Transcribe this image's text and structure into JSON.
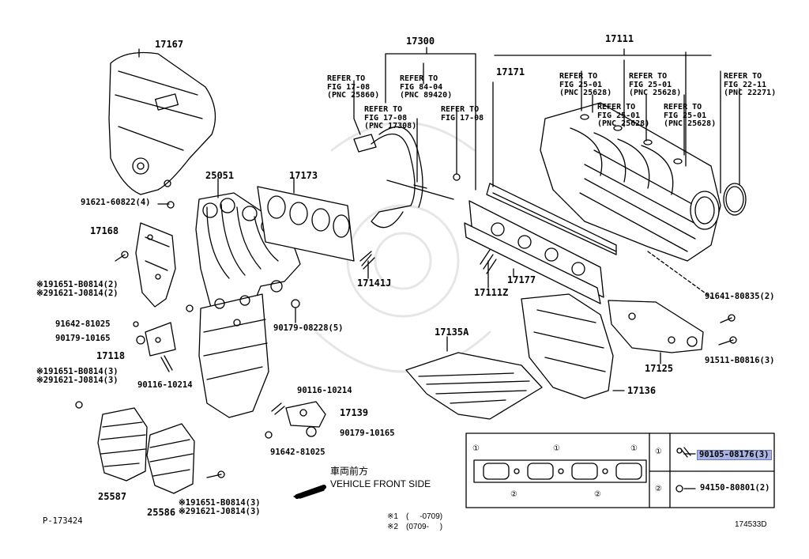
{
  "parts": {
    "p17167": "17167",
    "p17300": "17300",
    "p17111": "17111",
    "p17171": "17171",
    "p25051": "25051",
    "p17173": "17173",
    "p17168": "17168",
    "p17141J": "17141J",
    "p17111Z": "17111Z",
    "p17177": "17177",
    "p17118": "17118",
    "p17135A": "17135A",
    "p17125": "17125",
    "p17136": "17136",
    "p17139": "17139",
    "p25587": "25587",
    "p25586": "25586",
    "b91621_60822": "91621-60822(4)",
    "b191651_B0814_2": "※191651-B0814(2)",
    "b291621_J0814_2": "※291621-J0814(2)",
    "b91642_81025a": "91642-81025",
    "b90179_10165a": "90179-10165",
    "b90116_10214a": "90116-10214",
    "b191651_B0814_3a": "※191651-B0814(3)",
    "b291621_J0814_3a": "※291621-J0814(3)",
    "b90179_08228": "90179-08228(5)",
    "b91641_80835": "91641-80835(2)",
    "b91511_B0816": "91511-B0816(3)",
    "b90116_10214b": "90116-10214",
    "b90179_10165b": "90179-10165",
    "b91642_81025b": "91642-81025",
    "b191651_B0814_3b": "※191651-B0814(3)",
    "b291621_J0814_3b": "※291621-J0814(3)"
  },
  "refs": {
    "r1": [
      "REFER TO",
      "FIG 17-08",
      "(PNC 25860)"
    ],
    "r2": [
      "REFER TO",
      "FIG 84-04",
      "(PNC 89420)"
    ],
    "r3": [
      "REFER TO",
      "FIG 17-08",
      "(PNC 17308)"
    ],
    "r4": [
      "REFER TO",
      "FIG 17-08"
    ],
    "r5": [
      "REFER TO",
      "FIG 25-01",
      "(PNC 25628)"
    ],
    "r6": [
      "REFER TO",
      "FIG 25-01",
      "(PNC 25628)"
    ],
    "r7": [
      "REFER TO",
      "FIG 22-11",
      "(PNC 22271)"
    ],
    "r8": [
      "REFER TO",
      "FIG 25-01",
      "(PNC 25628)"
    ],
    "r9": [
      "REFER TO",
      "FIG 25-01",
      "(PNC 25628)"
    ]
  },
  "inset": {
    "c1": "①",
    "c2": "②",
    "bolt1": "90105-08176(3)",
    "bolt2": "94150-80801(2)"
  },
  "direction": {
    "jp": "車両前方",
    "en": "VEHICLE FRONT SIDE"
  },
  "footer": {
    "page_code": "P-173424",
    "note1_mark": "※1",
    "note1_range": "(     -0709)",
    "note2_mark": "※2",
    "note2_range": "(0709-     )",
    "drawing_id": "174533D"
  }
}
